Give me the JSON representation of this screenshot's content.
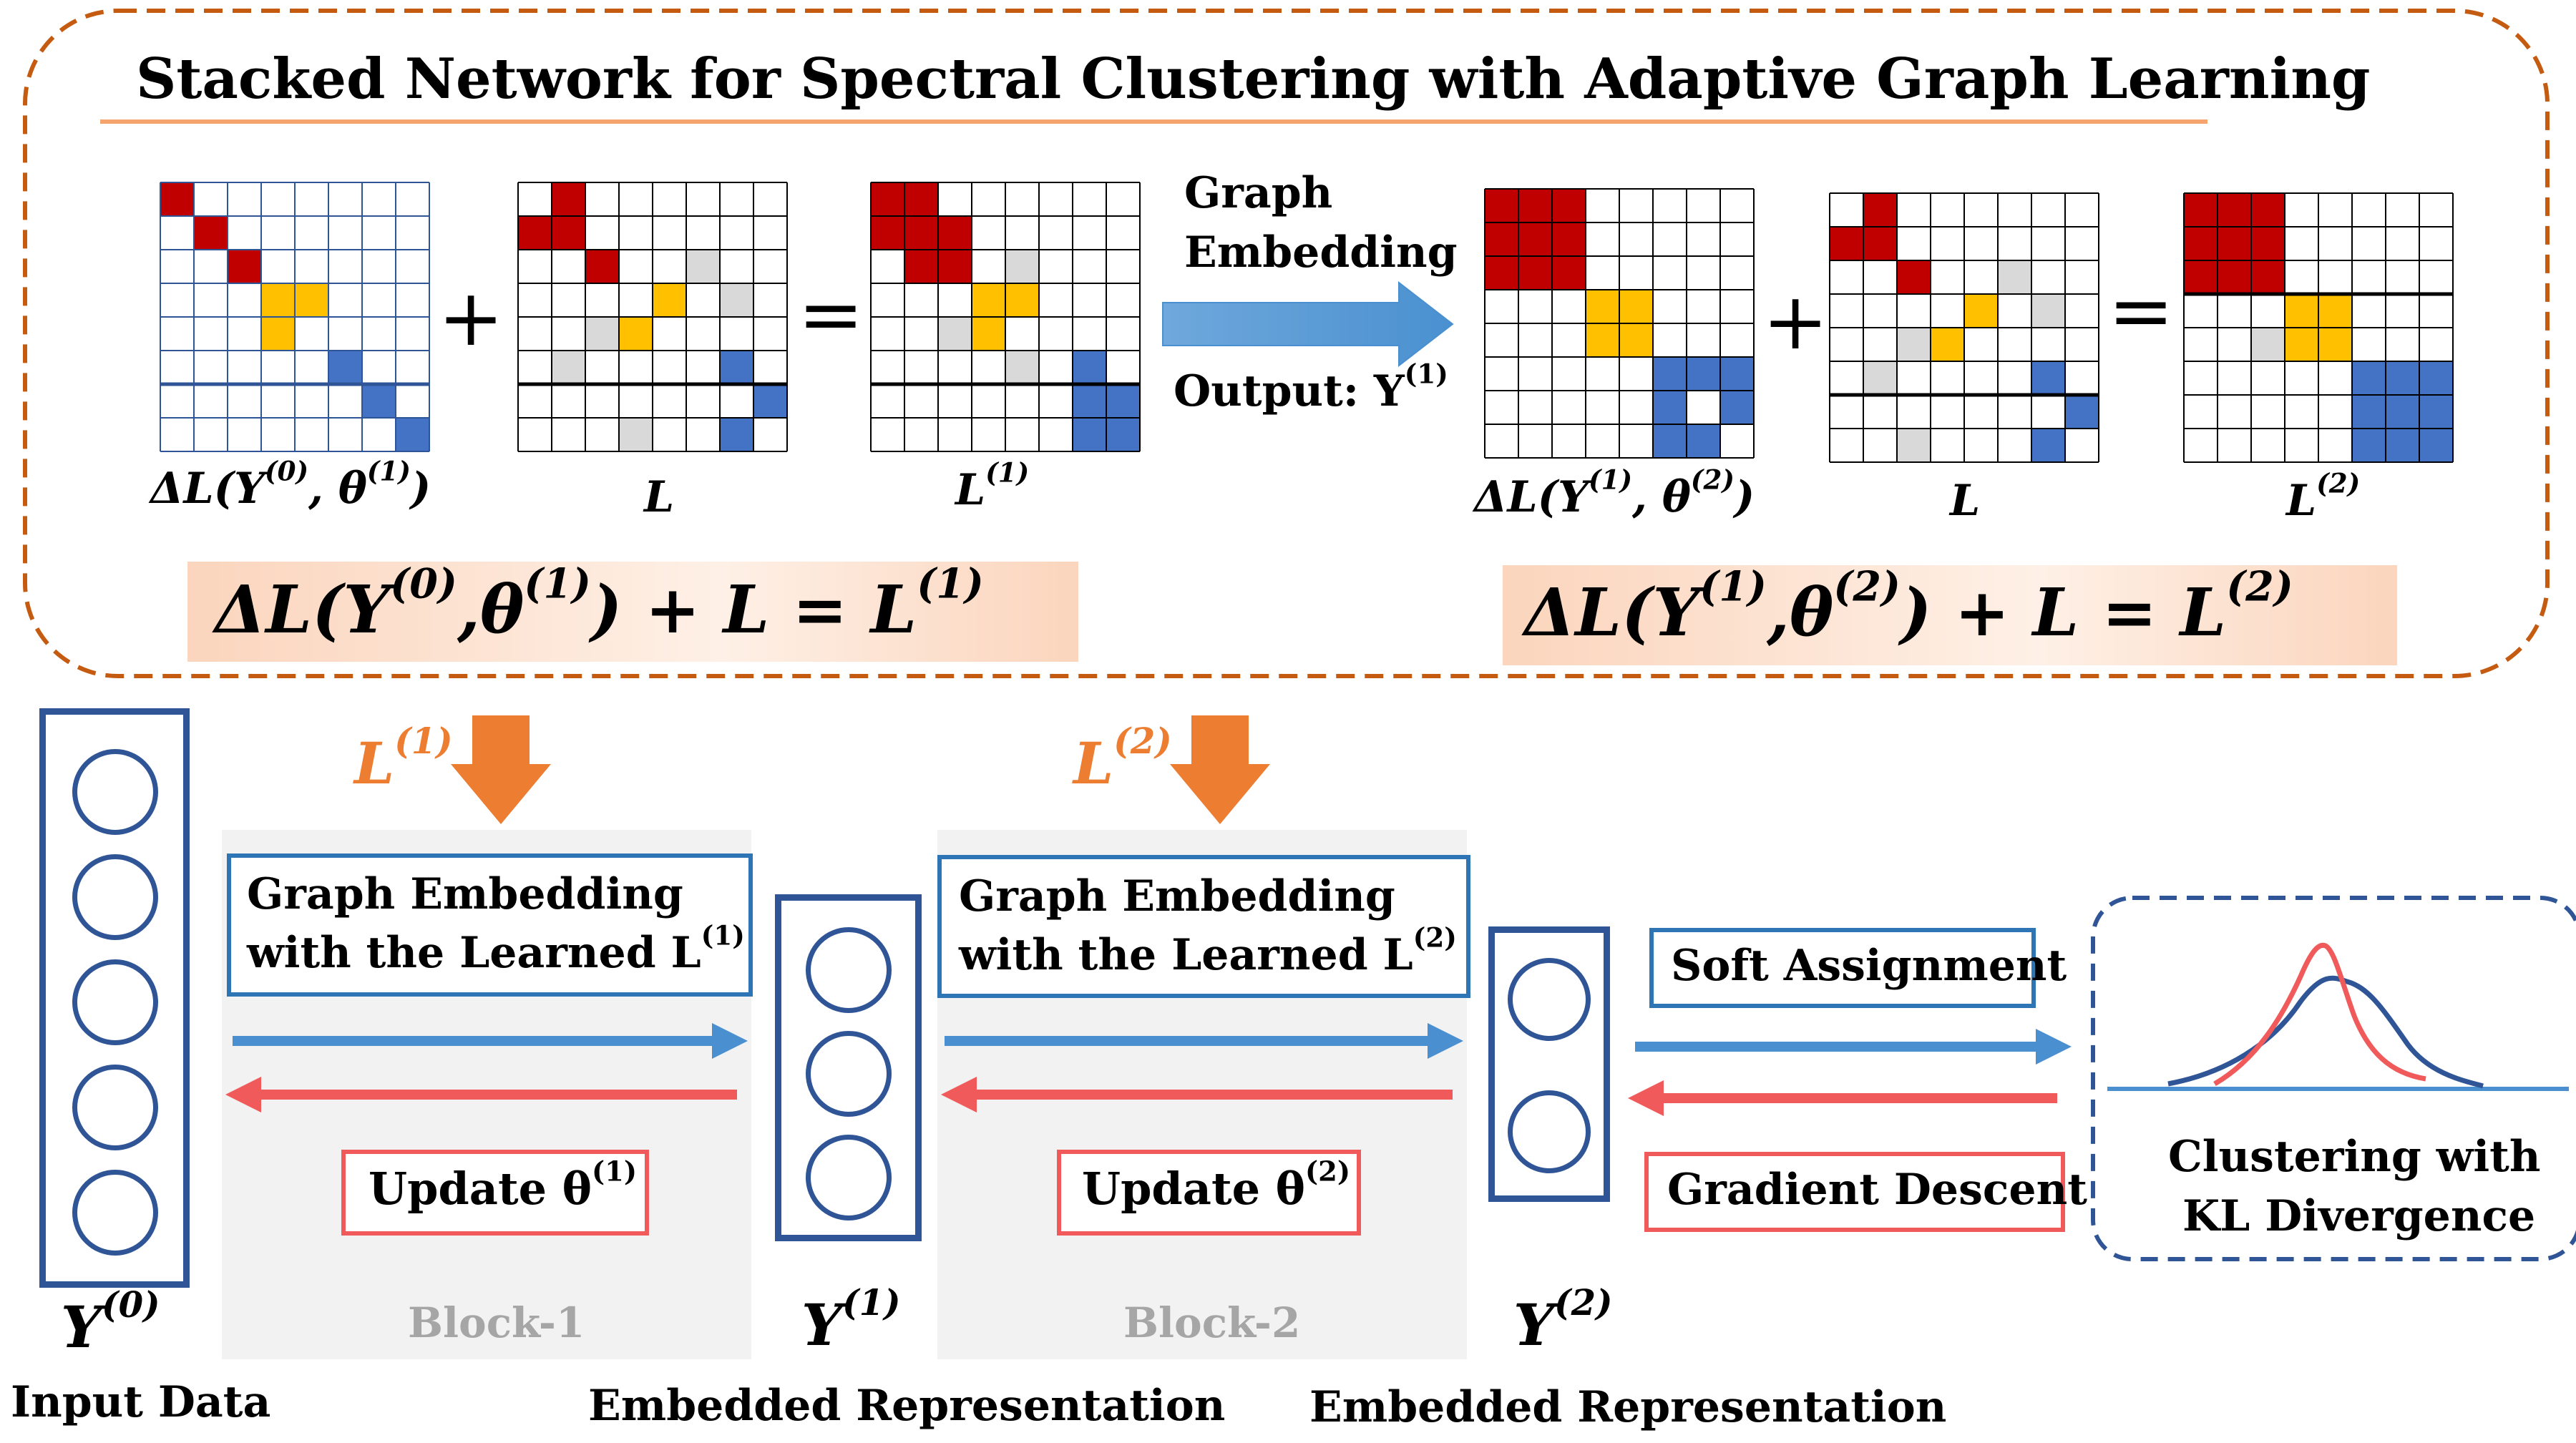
{
  "title": "Stacked Network for Spectral Clustering with Adaptive Graph Learning",
  "top": {
    "matrices": [
      {
        "label_main": "ΔL(Y",
        "label_sup1": "(0)",
        "label_mid": ", θ",
        "label_sup2": "(1)",
        "label_end": ")"
      },
      {
        "label_main": "L"
      },
      {
        "label_main": "L",
        "label_sup": "(1)"
      },
      {
        "label_main": "ΔL(Y",
        "label_sup1": "(1)",
        "label_mid": ", θ",
        "label_sup2": "(2)",
        "label_end": ")"
      },
      {
        "label_main": "L"
      },
      {
        "label_main": "L",
        "label_sup": "(2)"
      }
    ],
    "plus": "+",
    "equals": "=",
    "graph_embedding_line1": "Graph",
    "graph_embedding_line2": "Embedding",
    "output_label": "Output: Y",
    "output_sup": "(1)",
    "formula1": {
      "a": "ΔL(Y",
      "s1": "(0)",
      "b": ",θ",
      "s2": "(1)",
      "c": ") +  L = L",
      "s3": "(1)"
    },
    "formula2": {
      "a": "ΔL(Y",
      "s1": "(1)",
      "b": ",θ",
      "s2": "(2)",
      "c": ") +  L = L",
      "s3": "(2)"
    }
  },
  "bottom": {
    "arrow_label_1": {
      "main": "L",
      "sup": "(1)"
    },
    "arrow_label_2": {
      "main": "L",
      "sup": "(2)"
    },
    "block1": {
      "ge_line1": "Graph Embedding",
      "ge_line2": "with the Learned L",
      "ge_sup": "(1)",
      "update": "Update θ",
      "update_sup": "(1)",
      "name": "Block-1"
    },
    "block2": {
      "ge_line1": "Graph Embedding",
      "ge_line2": "with the Learned L",
      "ge_sup": "(2)",
      "update": "Update θ",
      "update_sup": "(2)",
      "name": "Block-2"
    },
    "y0": {
      "main": "Y",
      "sup": "(0)"
    },
    "y1": {
      "main": "Y",
      "sup": "(1)"
    },
    "y2": {
      "main": "Y",
      "sup": "(2)"
    },
    "input_label": "Input Data",
    "embedded_label_1": "Embedded Representation",
    "embedded_label_2": "Embedded Representation",
    "soft_assignment": "Soft Assignment",
    "gradient_descent": "Gradient Descent",
    "clustering_line1": "Clustering with",
    "clustering_line2": "KL Divergence"
  },
  "colors": {
    "red": "#c00000",
    "yellow": "#ffc000",
    "blue": "#4472c4",
    "grey": "#d9d9d9",
    "orange": "#ed7d31",
    "arrow_blue": "#4a90d0",
    "arrow_red": "#f05a5a",
    "dashed_border_top": "#c55a11",
    "dashed_border_bottom": "#2f5597"
  }
}
